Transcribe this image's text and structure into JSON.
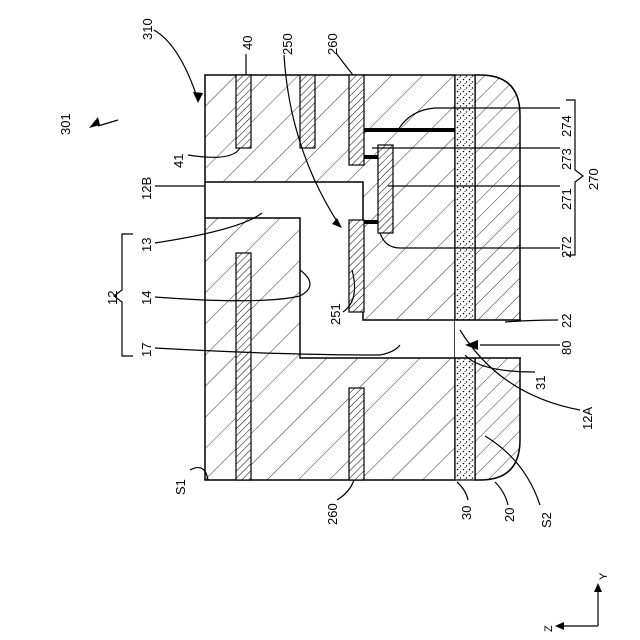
{
  "figure": {
    "ref_labels": {
      "device": "301",
      "surface_top": "310",
      "electrode_40": "40",
      "electrode_250": "250",
      "electrode_260_top": "260",
      "pad_274": "274",
      "pad_273": "273",
      "group_270": "270",
      "pad_271": "271",
      "pad_272": "272",
      "via_41": "41",
      "cavity_12B": "12B",
      "part_13": "13",
      "part_12": "12",
      "part_14": "14",
      "part_17": "17",
      "electrode_251": "251",
      "gap_22": "22",
      "hole_80": "80",
      "layer_31": "31",
      "edge_12A": "12A",
      "surface_S1": "S1",
      "electrode_260_bottom": "260",
      "layer_30": "30",
      "layer_20": "20",
      "surface_S2": "S2"
    },
    "axes": {
      "y_label": "Y",
      "z_label": "Z"
    }
  }
}
